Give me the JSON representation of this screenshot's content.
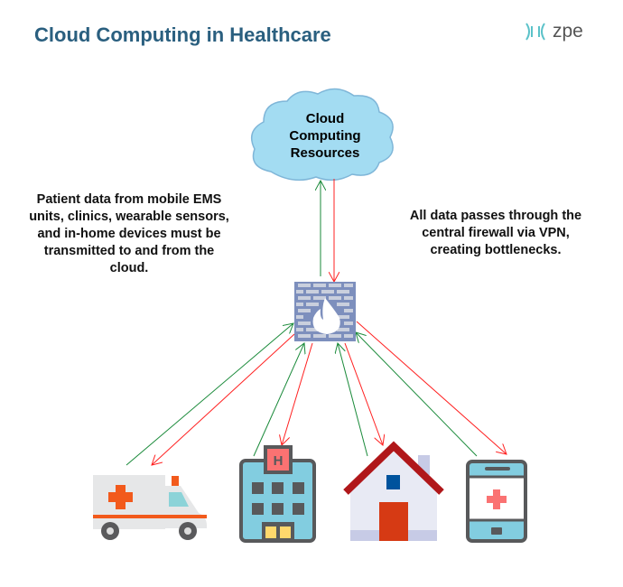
{
  "title": "Cloud Computing in Healthcare",
  "logo": {
    "text": "zpe"
  },
  "cloud": {
    "label": "Cloud Computing Resources"
  },
  "left_note": "Patient data from mobile EMS units, clinics, wearable sensors, and in-home devices must be transmitted to and from the cloud.",
  "right_note": "All data passes through the central firewall via VPN, creating bottlenecks.",
  "colors": {
    "title": "#2a5f7f",
    "uplink": "#1a8a3a",
    "downlink": "#ff2020",
    "cloud": "#a3dcf2",
    "firewall": "#8c9dc4"
  },
  "nodes": [
    "ambulance",
    "hospital",
    "home",
    "mobile-device"
  ]
}
